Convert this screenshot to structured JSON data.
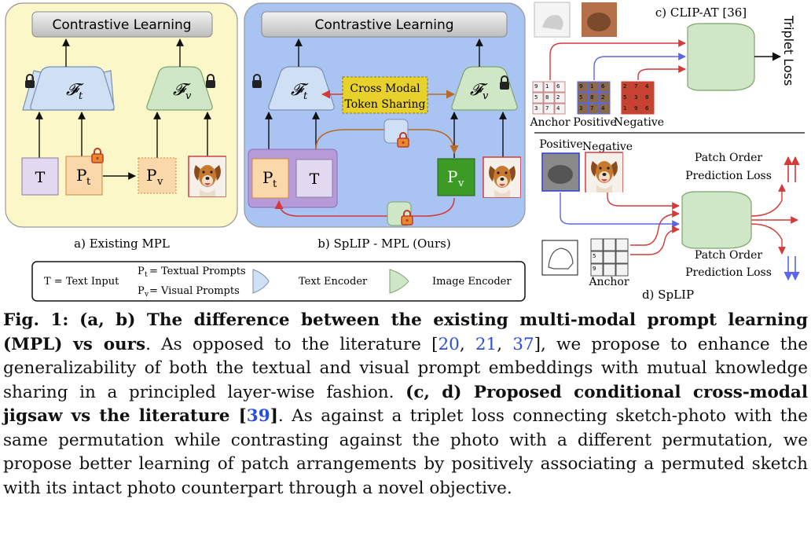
{
  "panels": {
    "a": {
      "caption": "a) Existing MPL",
      "contrastive": "Contrastive Learning",
      "ft": "𝓕",
      "ft_sub": "t",
      "fv": "𝓕",
      "fv_sub": "v",
      "t_box": "T",
      "pt_main": "P",
      "pt_sub": "t",
      "pv_main": "P",
      "pv_sub": "v"
    },
    "b": {
      "caption": "b) SpLIP - MPL (Ours)",
      "contrastive": "Contrastive Learning",
      "cross_modal_1": "Cross Modal",
      "cross_modal_2": "Token Sharing",
      "pt_main": "P",
      "pt_sub": "t",
      "t_box": "T",
      "pv_main": "P",
      "pv_sub": "v"
    },
    "legend": {
      "t_def": "T = Text Input",
      "pt_def": "= Textual Prompts",
      "pv_def": "= Visual Prompts",
      "text_enc": "Text Encoder",
      "img_enc": "Image Encoder",
      "p_main": "P",
      "pt_sub": "t",
      "pv_sub": "v"
    },
    "c": {
      "title": "c) CLIP-AT [36]",
      "loss": "Triplet Loss",
      "anchor": "Anchor",
      "positive": "Positive",
      "negative": "Negative",
      "grid_anchor": [
        "9",
        "1",
        "6",
        "5",
        "8",
        "2",
        "3",
        "7",
        "4"
      ],
      "grid_positive": [
        "9",
        "1",
        "6",
        "5",
        "8",
        "2",
        "3",
        "7",
        "4"
      ],
      "grid_negative": [
        "2",
        "7",
        "4",
        "5",
        "3",
        "8",
        "1",
        "9",
        "6"
      ]
    },
    "d": {
      "title": "d) SpLIP",
      "positive": "Positive",
      "negative": "Negative",
      "anchor": "Anchor",
      "pop_loss_1a": "Patch Order",
      "pop_loss_1b": "Prediction Loss",
      "pop_loss_2a": "Patch Order",
      "pop_loss_2b": "Prediction Loss",
      "grid_anchor": [
        "",
        "",
        "",
        "5",
        "",
        "",
        "9",
        "",
        ""
      ]
    }
  },
  "caption": {
    "fig_label": "Fig. 1:",
    "bold_1": "(a, b) The difference between the existing multi-modal prompt learning (MPL) vs ours",
    "text_1": ". As opposed to the literature [",
    "ref_20": "20",
    "sep_1": ", ",
    "ref_21": "21",
    "sep_2": ", ",
    "ref_37": "37",
    "text_2": "], we propose to enhance the generalizability of both the textual and visual prompt embeddings with mutual knowledge sharing in a principled layer-wise fashion. ",
    "bold_2": "(c, d) Proposed conditional cross-modal jigsaw vs the literature [",
    "ref_39": "39",
    "bold_3": "]",
    "text_3": ". As against a triplet loss connecting sketch-photo with the same permutation while contrasting against the photo with a different permutation, we propose better learning of patch arrangements by positively associating a permuted sketch with its intact photo counterpart through a novel objective."
  },
  "colors": {
    "panel_a_bg": "#fbf7c9",
    "panel_b_bg": "#a9c4f2",
    "text_enc": "#cfe0f5",
    "img_enc": "#cfe6c7",
    "pv_green": "#3b9b24",
    "cross_modal_bg": "#e7d12a",
    "red": "#d43a3a",
    "blue": "#5a66e6",
    "brown": "#b86a26"
  }
}
